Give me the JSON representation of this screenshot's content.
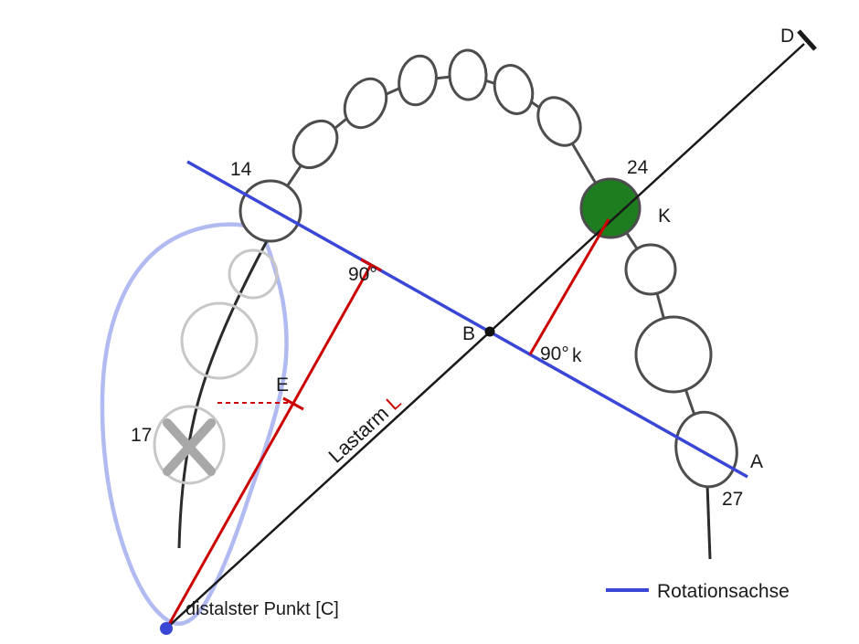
{
  "diagram": {
    "teeth_labels": {
      "t14": "14",
      "t24": "24",
      "t17": "17",
      "t27": "27"
    },
    "points": {
      "D": "D",
      "A": "A",
      "B": "B",
      "K": "K",
      "k_small": "k",
      "E": "E",
      "distal_caption": "distalster Punkt [C]"
    },
    "angles": {
      "left": "90°",
      "right": "90°"
    },
    "lever": {
      "word": "Lastarm ",
      "symbol": "L"
    },
    "legend": {
      "rotation_axis": "Rotationsachse"
    },
    "colors": {
      "red": "#cc0000",
      "green": "#1e7d1e",
      "axis_blue": "#3a47d6",
      "outline_periwinkle": "#b2baf2",
      "tooth_gray": "#4d4d4d",
      "faded_gray": "#c7c7c7",
      "black": "#1a1a1a"
    }
  }
}
